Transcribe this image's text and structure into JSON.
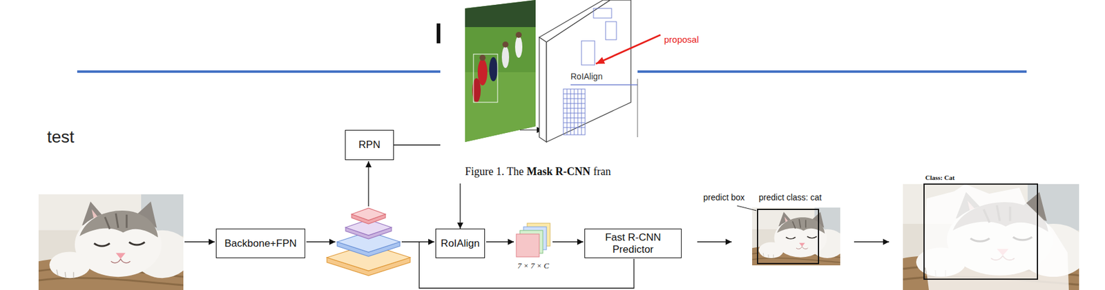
{
  "diagram": {
    "nodes": [
      {
        "text": [
          "RPN"
        ]
      },
      {
        "text": [
          "Backbone+FPN"
        ]
      },
      {
        "text": [
          "RoIAlign"
        ]
      },
      {
        "text": [
          "Fast R-CNN Predictor"
        ]
      }
    ],
    "edges": [
      {
        "from": 0,
        "to": 2,
        "arrow": "to"
      }
    ],
    "labels": [
      "test",
      "proposal",
      "RoIAlign",
      "Figure 1. The",
      "Mask R-CNN",
      "fran",
      "7 × 7 × C",
      "predict box",
      "predict class: cat",
      "Class: Cat"
    ]
  }
}
